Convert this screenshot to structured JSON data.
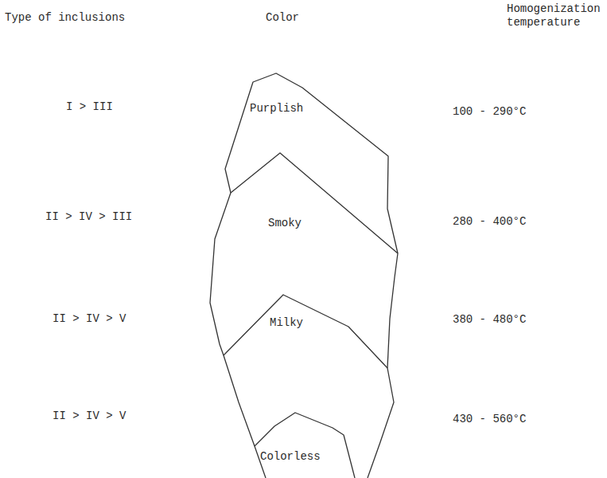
{
  "diagram": {
    "nodes": [
      {
        "text": [
          "Purplish"
        ]
      },
      {
        "text": [
          "Smoky"
        ]
      },
      {
        "text": [
          "Milky"
        ]
      },
      {
        "text": [
          "Colorless"
        ]
      }
    ],
    "labels": [
      "Type of inclusions",
      "Color",
      "Homogenization temperature",
      "I > III",
      "II > IV > III",
      "II > IV > V",
      "II > IV > V",
      "100 - 290°C",
      "280 - 400°C",
      "380 - 480°C",
      "430 - 560°C"
    ]
  }
}
